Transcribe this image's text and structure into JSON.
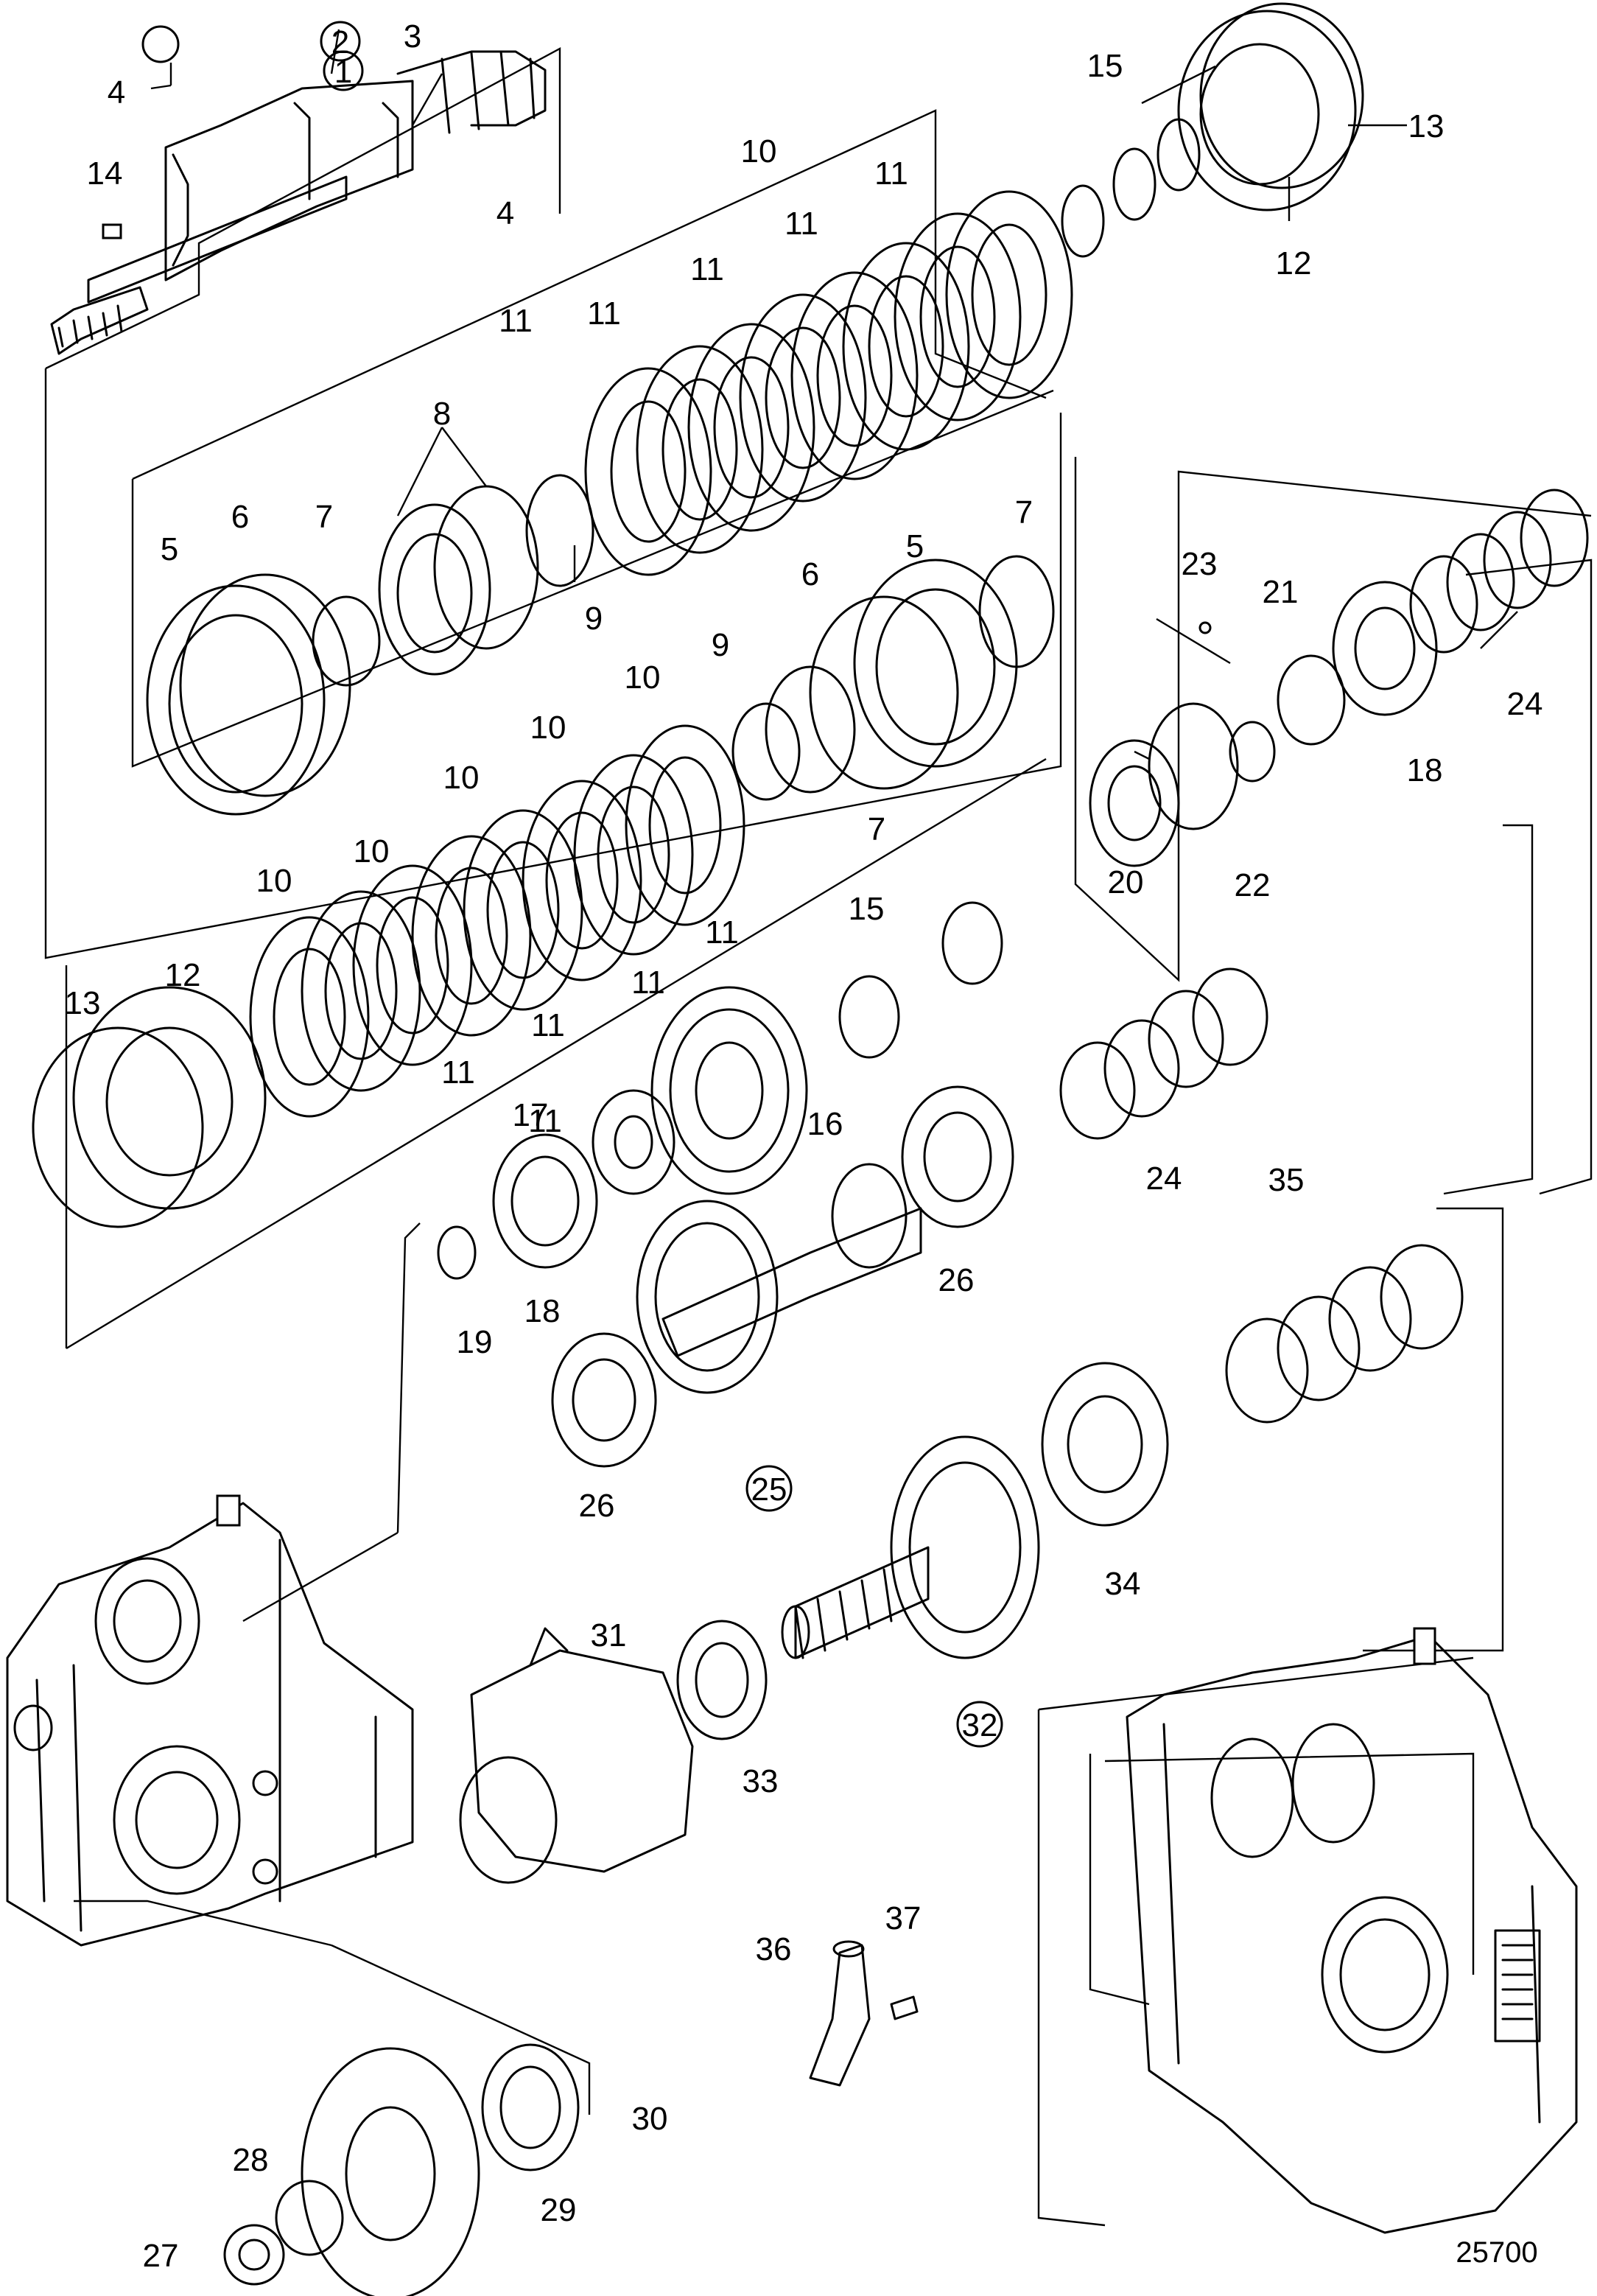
{
  "drawing_number": "25700",
  "callouts": [
    {
      "id": "c1",
      "label": "1",
      "circled": true
    },
    {
      "id": "c2",
      "label": "2",
      "circled": true
    },
    {
      "id": "c3",
      "label": "3"
    },
    {
      "id": "c4a",
      "label": "4"
    },
    {
      "id": "c4b",
      "label": "4"
    },
    {
      "id": "c14",
      "label": "14"
    },
    {
      "id": "c15a",
      "label": "15"
    },
    {
      "id": "c13a",
      "label": "13"
    },
    {
      "id": "c12a",
      "label": "12"
    },
    {
      "id": "c10a",
      "label": "10"
    },
    {
      "id": "c11a",
      "label": "11"
    },
    {
      "id": "c11b",
      "label": "11"
    },
    {
      "id": "c11c",
      "label": "11"
    },
    {
      "id": "c11d",
      "label": "11"
    },
    {
      "id": "c11e",
      "label": "11"
    },
    {
      "id": "c8",
      "label": "8"
    },
    {
      "id": "c5a",
      "label": "5"
    },
    {
      "id": "c6a",
      "label": "6"
    },
    {
      "id": "c7a",
      "label": "7"
    },
    {
      "id": "c9a",
      "label": "9"
    },
    {
      "id": "c5b",
      "label": "5"
    },
    {
      "id": "c7b",
      "label": "7"
    },
    {
      "id": "c6b",
      "label": "6"
    },
    {
      "id": "c9b",
      "label": "9"
    },
    {
      "id": "c10b",
      "label": "10"
    },
    {
      "id": "c10c",
      "label": "10"
    },
    {
      "id": "c10d",
      "label": "10"
    },
    {
      "id": "c10e",
      "label": "10"
    },
    {
      "id": "c10f",
      "label": "10"
    },
    {
      "id": "c7c",
      "label": "7"
    },
    {
      "id": "c11f",
      "label": "11"
    },
    {
      "id": "c11g",
      "label": "11"
    },
    {
      "id": "c11h",
      "label": "11"
    },
    {
      "id": "c11i",
      "label": "11"
    },
    {
      "id": "c11j",
      "label": "11"
    },
    {
      "id": "c23",
      "label": "23"
    },
    {
      "id": "c21",
      "label": "21"
    },
    {
      "id": "c24a",
      "label": "24"
    },
    {
      "id": "c18a",
      "label": "18"
    },
    {
      "id": "c20",
      "label": "20"
    },
    {
      "id": "c22",
      "label": "22"
    },
    {
      "id": "c13b",
      "label": "13"
    },
    {
      "id": "c12b",
      "label": "12"
    },
    {
      "id": "c15b",
      "label": "15"
    },
    {
      "id": "c17",
      "label": "17"
    },
    {
      "id": "c16",
      "label": "16"
    },
    {
      "id": "c24b",
      "label": "24"
    },
    {
      "id": "c18b",
      "label": "18"
    },
    {
      "id": "c19",
      "label": "19"
    },
    {
      "id": "c26a",
      "label": "26"
    },
    {
      "id": "c35",
      "label": "35"
    },
    {
      "id": "c26b",
      "label": "26"
    },
    {
      "id": "c25",
      "label": "25",
      "circled": true
    },
    {
      "id": "c34",
      "label": "34"
    },
    {
      "id": "c31",
      "label": "31"
    },
    {
      "id": "c33",
      "label": "33"
    },
    {
      "id": "c32",
      "label": "32",
      "circled": true
    },
    {
      "id": "c36",
      "label": "36"
    },
    {
      "id": "c37",
      "label": "37"
    },
    {
      "id": "c30",
      "label": "30"
    },
    {
      "id": "c28",
      "label": "28"
    },
    {
      "id": "c29",
      "label": "29"
    },
    {
      "id": "c27",
      "label": "27"
    }
  ]
}
